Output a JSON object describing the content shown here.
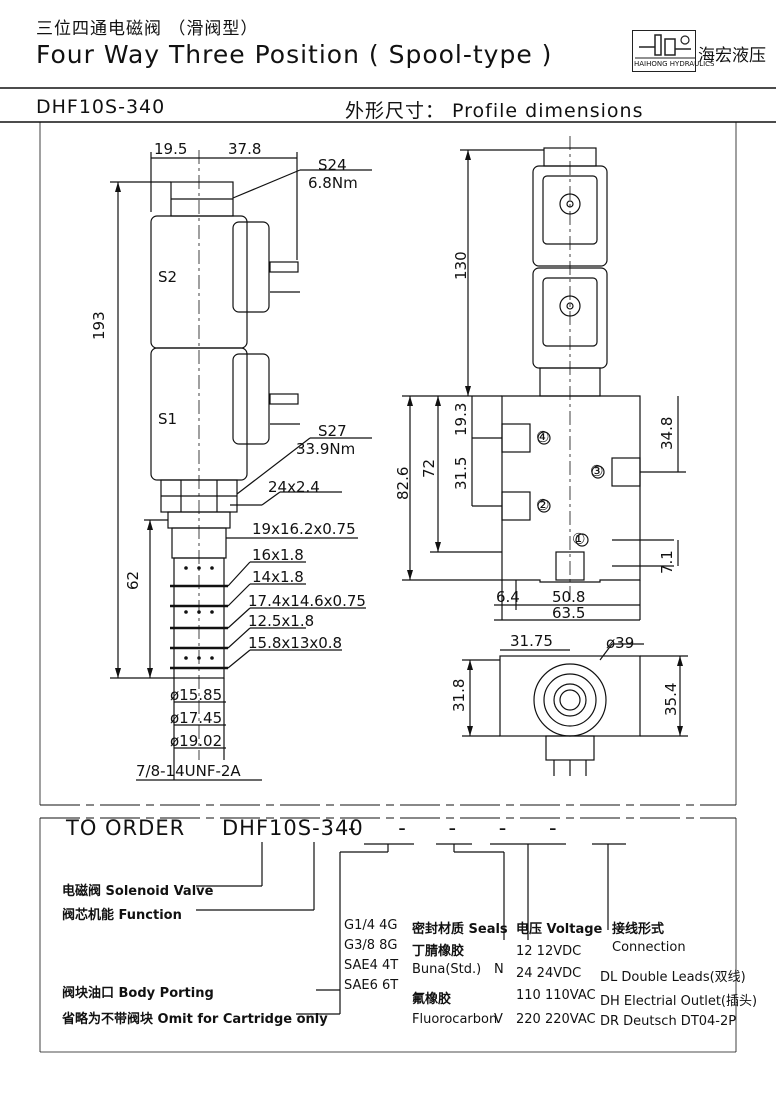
{
  "header": {
    "title_cn": "三位四通电磁阀 （滑阀型）",
    "title_en": "Four Way Three Position ( Spool-type )",
    "logo_sub": "HAIHONG HYDRAULICS",
    "logo_cn": "海宏液压",
    "model": "DHF10S-340",
    "profile_label": "外形尺寸： Profile dimensions"
  },
  "side_view": {
    "dims": {
      "w1": "19.5",
      "w2": "37.8",
      "h_total": "193",
      "h_lower": "62",
      "nut_top": "S24",
      "nut_top_torque": "6.8Nm",
      "nut_mid": "S27",
      "nut_mid_torque": "33.9Nm",
      "coil_s2": "S2",
      "coil_s1": "S1",
      "oring1": "24x2.4",
      "oring2": "19x16.2x0.75",
      "oring3": "16x1.8",
      "oring4": "14x1.8",
      "oring5": "17.4x14.6x0.75",
      "oring6": "12.5x1.8",
      "oring7": "15.8x13x0.8",
      "d1": "ø15.85",
      "d2": "ø17.45",
      "d3": "ø19.02",
      "thread": "7/8-14UNF-2A"
    }
  },
  "front_view": {
    "dims": {
      "h130": "130",
      "h82": "82.6",
      "h72": "72",
      "h193": "19.3",
      "h315": "31.5",
      "h348": "34.8",
      "h71": "7.1",
      "w64": "6.4",
      "w508": "50.8",
      "w635": "63.5",
      "p1": "①",
      "p2": "②",
      "p3": "③",
      "p4": "④"
    }
  },
  "bottom_view": {
    "dims": {
      "w3175": "31.75",
      "d39": "ø39",
      "h318": "31.8",
      "h354": "35.4"
    }
  },
  "order": {
    "title": "TO ORDER",
    "model": "DHF10S-340",
    "dashes": "-  -  -  -  -",
    "solenoid": "电磁阀 Solenoid Valve",
    "function": "阀芯机能 Function",
    "body_porting": "阀块油口 Body Porting",
    "omit": "省略为不带阀块 Omit for Cartridge only",
    "ports": [
      "G1/4  4G",
      "G3/8  8G",
      "SAE4  4T",
      "SAE6  6T"
    ],
    "seals_title": "密封材质 Seals",
    "seal_buna_cn": "丁腈橡胶",
    "seal_buna": "Buna(Std.)",
    "seal_buna_code": "N",
    "seal_fluoro_cn": "氟橡胶",
    "seal_fluoro": "Fluorocarbon",
    "seal_fluoro_code": "V",
    "voltage_title": "电压 Voltage",
    "voltages": [
      "12   12VDC",
      "24   24VDC",
      "110  110VAC",
      "220  220VAC"
    ],
    "conn_title_cn": "接线形式",
    "conn_title": "Connection",
    "conns": [
      "DL  Double Leads(双线)",
      "DH  Electrial Outlet(插头)",
      "DR  Deutsch DT04-2P"
    ]
  }
}
